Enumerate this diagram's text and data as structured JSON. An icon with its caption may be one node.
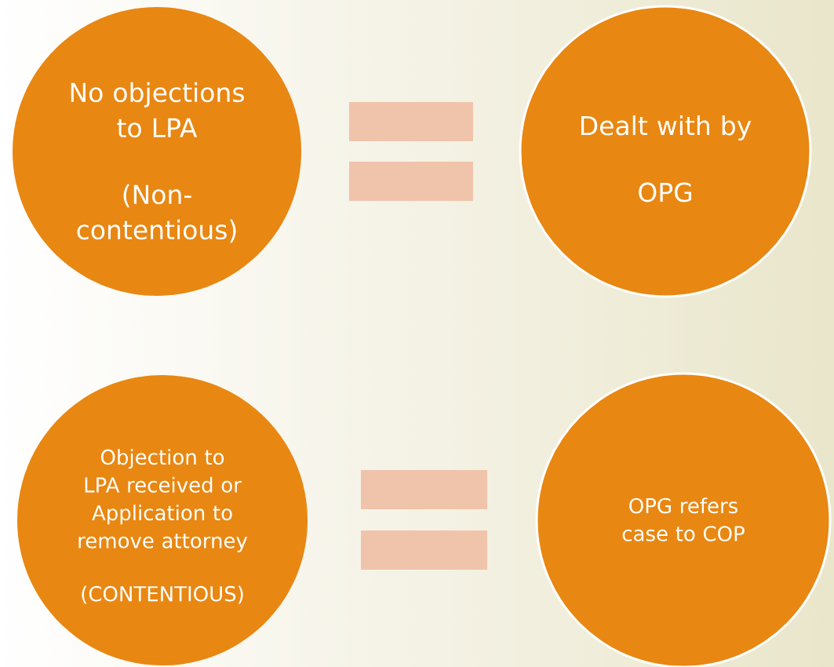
{
  "diagram": {
    "nodes": [
      {
        "text": [
          "No objections to LPA",
          "(Non-contentious)"
        ]
      },
      {
        "text": [
          "Dealt with by",
          "OPG"
        ]
      },
      {
        "text": [
          "Objection to LPA received or Application to remove attorney",
          "(CONTENTIOUS)"
        ]
      },
      {
        "text": [
          "OPG refers case to COP"
        ]
      }
    ]
  }
}
